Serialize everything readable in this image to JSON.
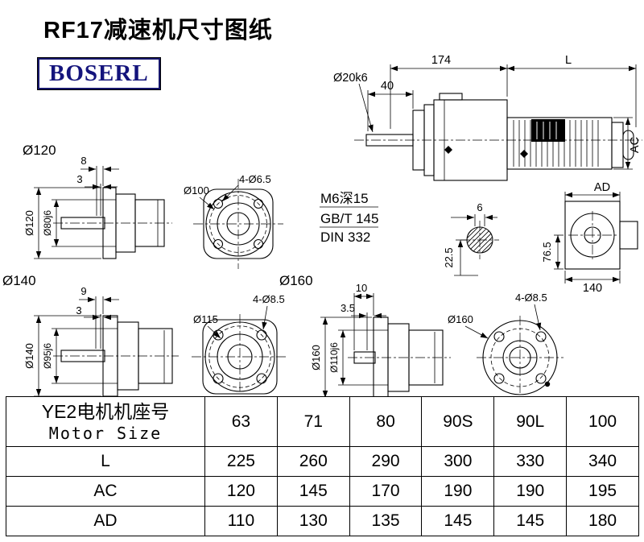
{
  "page": {
    "title": "RF17减速机尺寸图纸",
    "logo": "BOSERL"
  },
  "main_view": {
    "dim_174": "174",
    "dim_L": "L",
    "dim_40": "40",
    "shaft_dia": "Ø20k6",
    "dim_AC": "AC",
    "dim_AD": "AD",
    "note_m6": "M6深15",
    "note_gbt": "GB/T 145",
    "note_din": "DIN 332",
    "dim_6": "6",
    "dim_22_5": "22.5",
    "side": {
      "dim_76_5": "76.5",
      "dim_140": "140"
    }
  },
  "view120": {
    "label": "Ø120",
    "dim_8": "8",
    "dim_3": "3",
    "dia": "Ø120",
    "hub": "Ø80j6",
    "holes": "4-Ø6.5",
    "bolt_circle": "Ø100"
  },
  "view140": {
    "label": "Ø140",
    "dim_9": "9",
    "dim_3": "3",
    "dia": "Ø140",
    "hub": "Ø95j6",
    "bolt_circle": "Ø115",
    "holes": "4-Ø8.5"
  },
  "view160": {
    "label": "Ø160",
    "dim_10": "10",
    "dim_3_5": "3.5",
    "dia": "Ø160",
    "hub": "Ø110j6",
    "flange_dia": "Ø160",
    "holes": "4-Ø8.5"
  },
  "table": {
    "header_cn": "YE2电机机座号",
    "header_en": "Motor Size",
    "sizes": [
      "63",
      "71",
      "80",
      "90S",
      "90L",
      "100"
    ],
    "rows": [
      {
        "label": "L",
        "values": [
          "225",
          "260",
          "290",
          "300",
          "330",
          "340"
        ]
      },
      {
        "label": "AC",
        "values": [
          "120",
          "145",
          "170",
          "190",
          "190",
          "195"
        ]
      },
      {
        "label": "AD",
        "values": [
          "110",
          "130",
          "135",
          "145",
          "145",
          "180"
        ]
      }
    ]
  }
}
